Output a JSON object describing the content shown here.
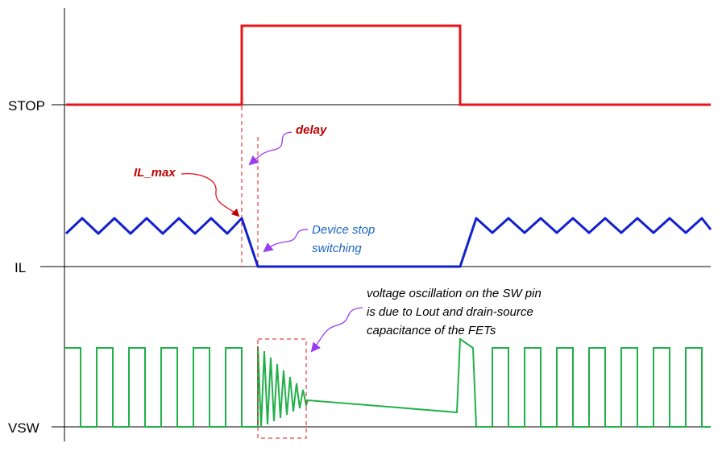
{
  "labels": {
    "stop": "STOP",
    "il": "IL",
    "vsw": "VSW"
  },
  "annotations": {
    "delay": "delay",
    "il_max": "IL_max",
    "device_stop_line1": "Device stop",
    "device_stop_line2": "switching",
    "oscillation_line1": "voltage oscillation on the SW pin",
    "oscillation_line2": "is due to Lout and drain-source",
    "oscillation_line3": "capacitance of the FETs"
  },
  "colors": {
    "stop_signal": "#e8141c",
    "il_signal": "#1122cc",
    "vsw_signal": "#22b04a",
    "annotation_red": "#c00000",
    "annotation_blue": "#1a66c4",
    "arrow_purple": "#9a3cf0",
    "axis": "#000000"
  }
}
